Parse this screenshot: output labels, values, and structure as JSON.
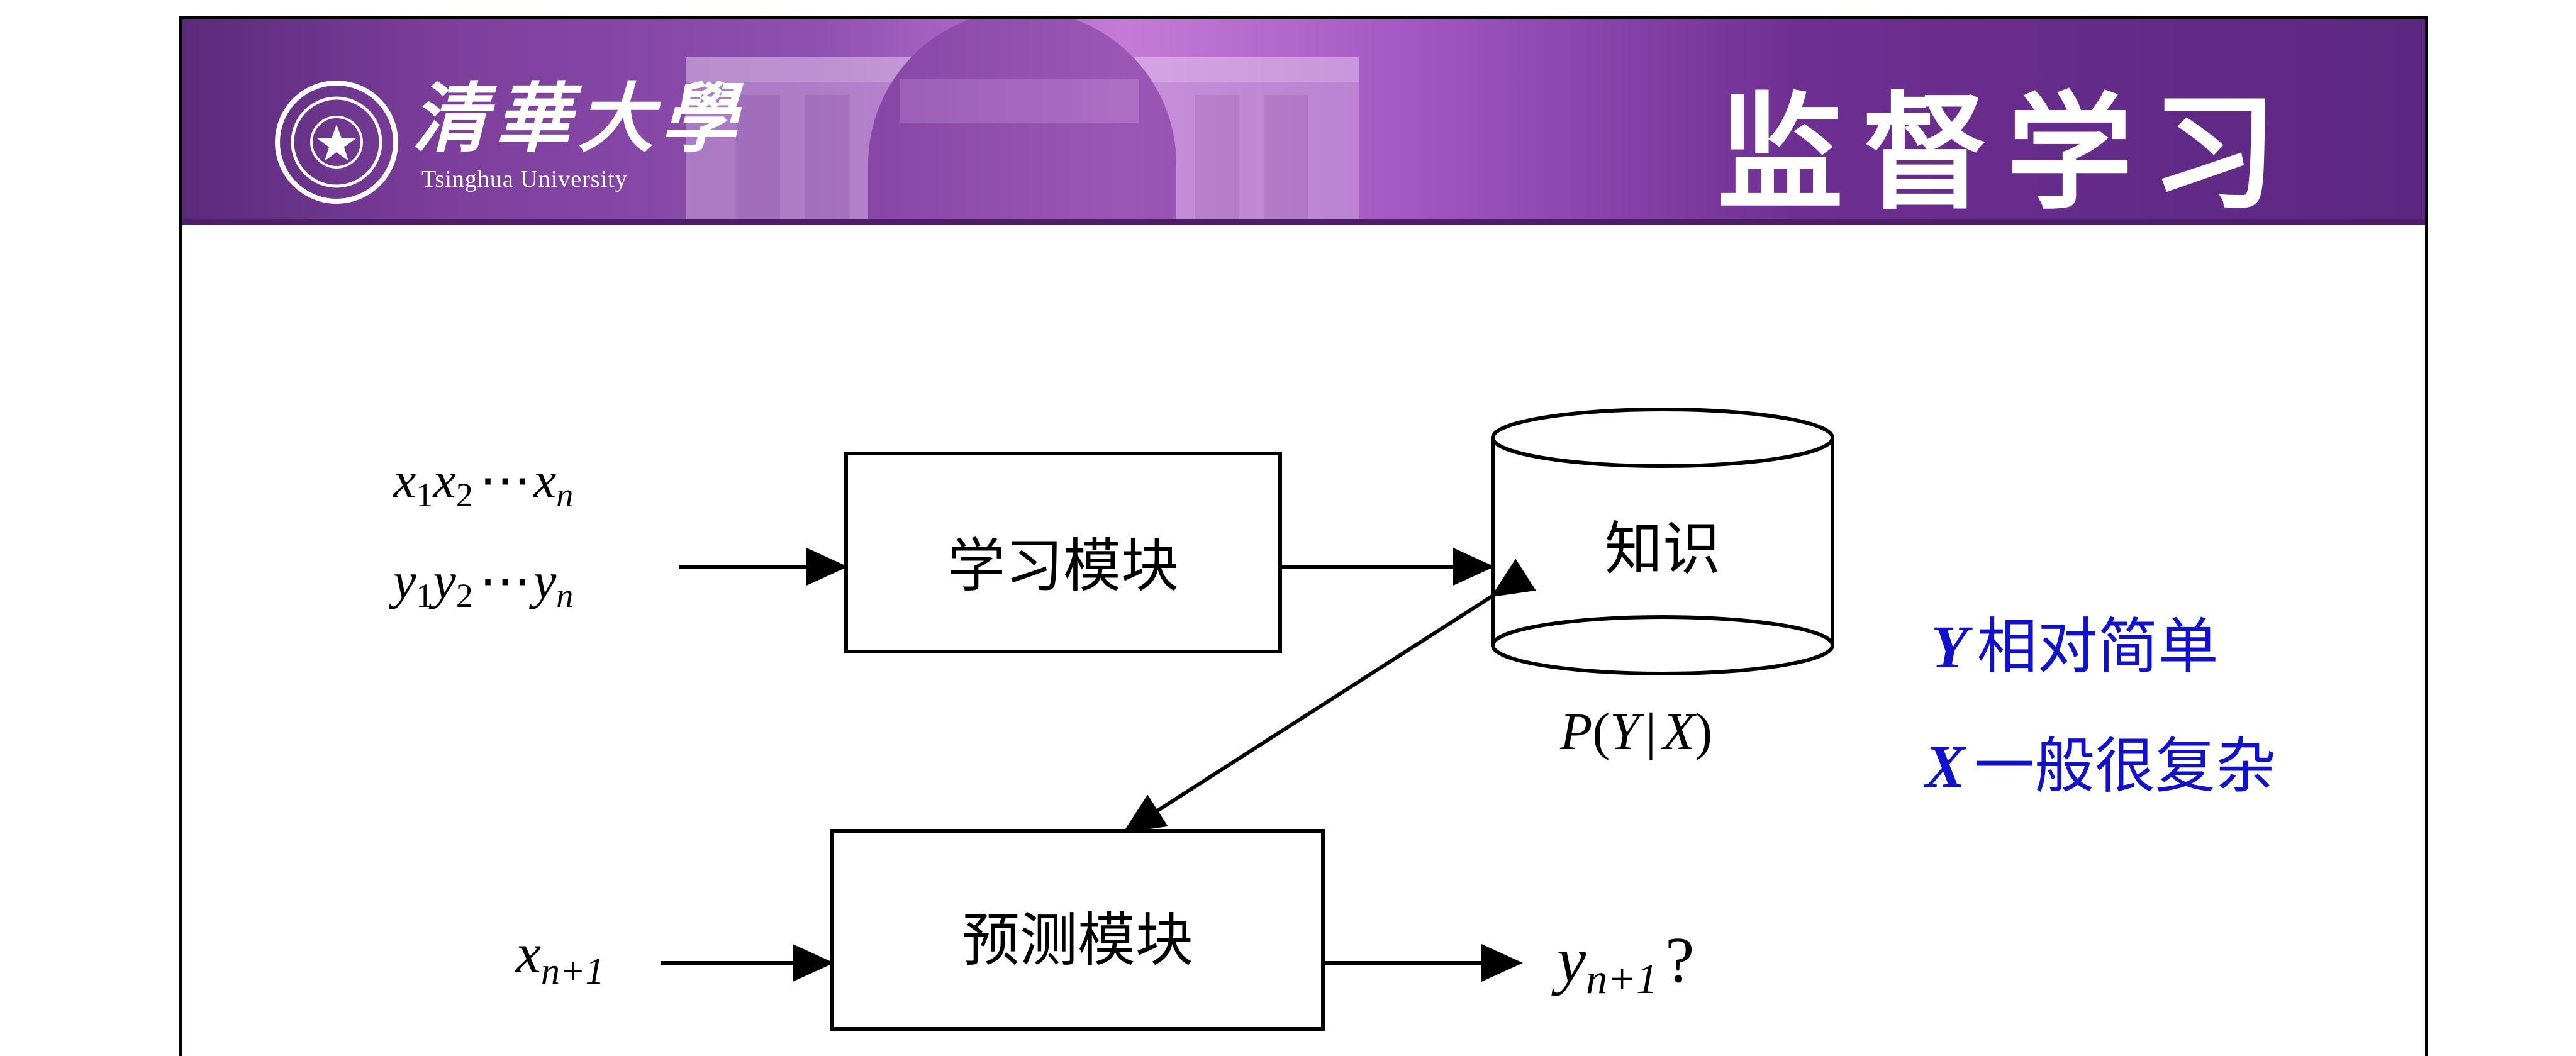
{
  "header": {
    "logo_cn": "清華大學",
    "logo_en": "Tsinghua University",
    "title": "监督学习",
    "colors": {
      "header_purple": "#7d3f9c",
      "accent_blue": "#1111cc"
    }
  },
  "diagram": {
    "input_x": {
      "var": "x",
      "sub1": "1",
      "sub2": "2",
      "dots": "⋯",
      "subn": "n"
    },
    "input_y": {
      "var": "y",
      "sub1": "1",
      "sub2": "2",
      "dots": "⋯",
      "subn": "n"
    },
    "learning_module": "学习模块",
    "knowledge": "知识",
    "probability": {
      "p": "P",
      "open": "(",
      "y": "Y",
      "bar": "|",
      "x": "X",
      "close": ")"
    },
    "prediction_module": "预测模块",
    "new_input": {
      "var": "x",
      "sub": "n+1"
    },
    "output": {
      "var": "y",
      "sub": "n+1",
      "q": "?"
    }
  },
  "notes": [
    {
      "letter": "Y",
      "text": "相对简单"
    },
    {
      "letter": "X",
      "text": "一般很复杂"
    }
  ]
}
